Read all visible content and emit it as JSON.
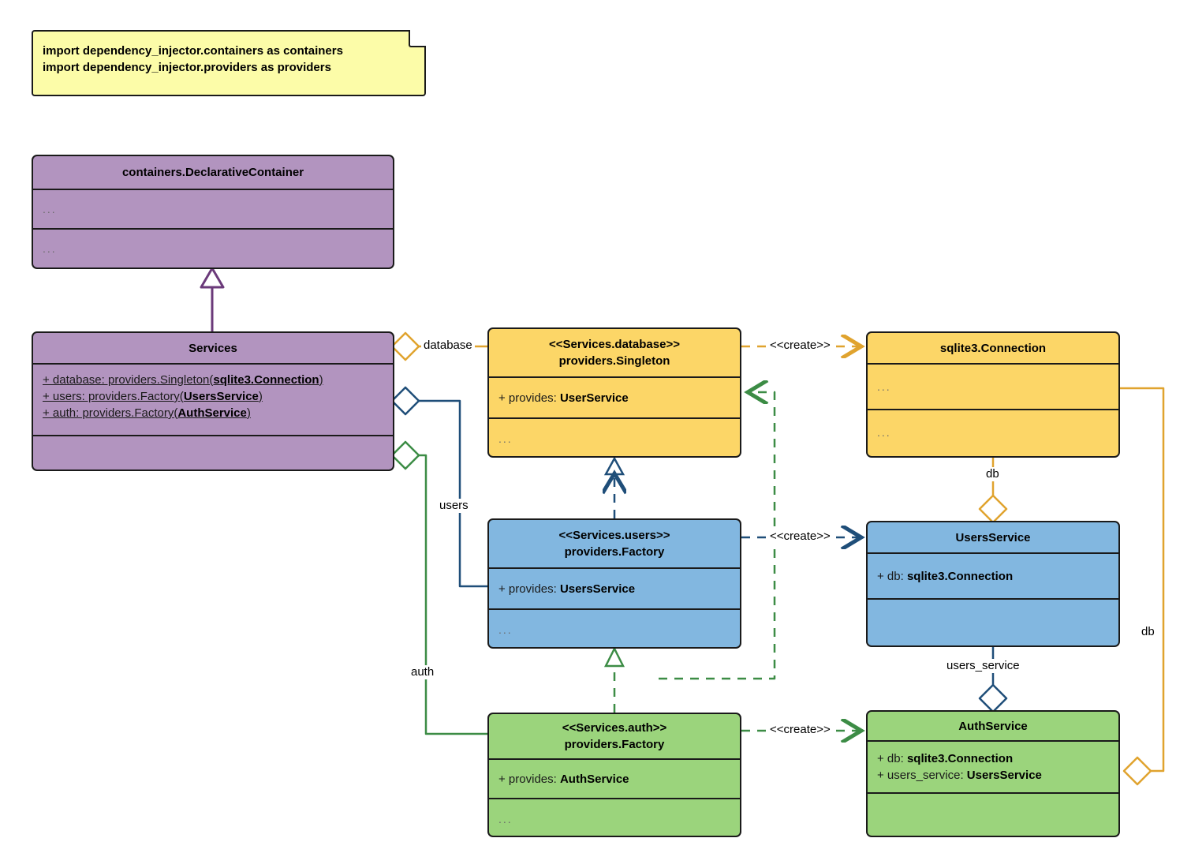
{
  "diagram": {
    "title": "Dependency Injector containers UML class diagram",
    "type": "uml-class-diagram"
  },
  "note": {
    "name": "import-note",
    "lines": [
      "import dependency_injector.containers as containers",
      "import dependency_injector.providers as providers"
    ]
  },
  "classes": {
    "declarative_container": {
      "name": "containers.DeclarativeContainer",
      "stereotype": "",
      "attributes": "...",
      "methods": "...",
      "color": "#B294BF"
    },
    "services": {
      "name": "Services",
      "stereotype": "",
      "attributes": [
        {
          "prefix": "+ database: providers.Singleton(",
          "type": "sqlite3.Connection",
          "suffix": ")"
        },
        {
          "prefix": "+ users: providers.Factory(",
          "type": "UsersService",
          "suffix": ")"
        },
        {
          "prefix": "+ auth: providers.Factory(",
          "type": "AuthService",
          "suffix": ")"
        }
      ],
      "methods": "",
      "color": "#B294BF"
    },
    "services_database": {
      "stereotype": "<<Services.database>>",
      "name": "providers.Singleton",
      "attribute_prefix": "+ provides: ",
      "attribute_type": "UserService",
      "methods": "...",
      "color": "#FCD667"
    },
    "sqlite3_connection": {
      "name": "sqlite3.Connection",
      "attributes": "...",
      "methods": "...",
      "color": "#FCD667"
    },
    "services_users": {
      "stereotype": "<<Services.users>>",
      "name": "providers.Factory",
      "attribute_prefix": "+ provides: ",
      "attribute_type": "UsersService",
      "methods": "...",
      "color": "#82B7E0"
    },
    "users_service": {
      "name": "UsersService",
      "attribute_prefix": "+ db: ",
      "attribute_type": "sqlite3.Connection",
      "methods": "",
      "color": "#82B7E0"
    },
    "services_auth": {
      "stereotype": "<<Services.auth>>",
      "name": "providers.Factory",
      "attribute_prefix": "+ provides: ",
      "attribute_type": "AuthService",
      "methods": "...",
      "color": "#9BD47C"
    },
    "auth_service": {
      "name": "AuthService",
      "attribute_1_prefix": "+ db: ",
      "attribute_1_type": "sqlite3.Connection",
      "attribute_2_prefix": "+ users_service: ",
      "attribute_2_type": "UsersService",
      "methods": "",
      "color": "#9BD47C"
    }
  },
  "edges": {
    "inheritance": {
      "from": "Services",
      "to": "containers.DeclarativeContainer",
      "style": "solid",
      "arrow": "hollow-triangle",
      "color": "#6B3A7A"
    },
    "database_assoc": {
      "label": "database",
      "color": "#E0A32E",
      "style": "solid",
      "arrow": "hollow-diamond"
    },
    "users_assoc": {
      "label": "users",
      "color": "#1F4E79",
      "style": "solid",
      "arrow": "hollow-diamond"
    },
    "auth_assoc": {
      "label": "auth",
      "color": "#3C8C45",
      "style": "solid",
      "arrow": "hollow-diamond"
    },
    "create_database": {
      "label": "<<create>>",
      "color": "#E0A32E",
      "style": "dashed",
      "arrow": "open"
    },
    "create_users": {
      "label": "<<create>>",
      "color": "#1F4E79",
      "style": "dashed",
      "arrow": "open"
    },
    "create_auth": {
      "label": "<<create>>",
      "color": "#3C8C45",
      "style": "dashed",
      "arrow": "open"
    },
    "db_users": {
      "label": "db",
      "color": "#E0A32E",
      "style": "solid",
      "arrow": "hollow-diamond"
    },
    "db_auth": {
      "label": "db",
      "color": "#E0A32E",
      "style": "solid",
      "arrow": "hollow-diamond"
    },
    "users_service_assoc": {
      "label": "users_service",
      "color": "#1F4E79",
      "style": "solid",
      "arrow": "hollow-diamond"
    },
    "dep_users_to_database": {
      "style": "dashed",
      "arrow": "open",
      "color": "#1F4E79"
    },
    "dep_auth_to_users": {
      "style": "dashed",
      "arrow": "open",
      "color": "#3C8C45"
    },
    "dep_auth_to_database": {
      "style": "dashed",
      "arrow": "open",
      "color": "#3C8C45"
    }
  },
  "colors": {
    "note_bg": "#FCFCA8",
    "purple": "#B294BF",
    "yellow": "#FCD667",
    "blue": "#82B7E0",
    "green": "#9BD47C",
    "stroke": "#1a1a1a",
    "orange_edge": "#E0A32E",
    "blue_edge": "#1F4E79",
    "green_edge": "#3C8C45",
    "purple_edge": "#6B3A7A"
  }
}
